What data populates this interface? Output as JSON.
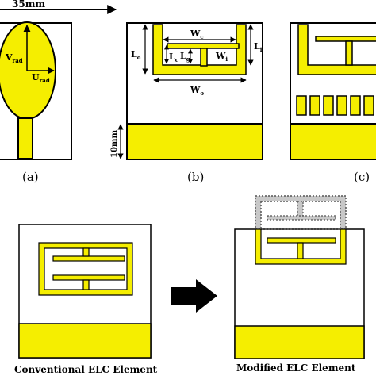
{
  "colors": {
    "copper": "#f5ee00",
    "outline": "#000000",
    "ghost_fill": "#c8c8c8",
    "ghost_outline": "#555555",
    "arrow": "#000000"
  },
  "dimensions": {
    "width_top": "35mm",
    "ground_height": "10mm",
    "v_rad": "V",
    "v_rad_sub": "rad",
    "u_rad": "U",
    "u_rad_sub": "rad",
    "w_c": "W",
    "w_c_sub": "c",
    "l_c": "L",
    "l_c_sub": "c",
    "l_g": "L",
    "l_g_sub": "g",
    "w_i": "W",
    "w_i_sub": "i",
    "l_i": "L",
    "l_i_sub": "i",
    "l_o": "L",
    "l_o_sub": "o",
    "w_o": "W",
    "w_o_sub": "o"
  },
  "captions": {
    "a": "(a)",
    "b": "(b)",
    "c": "(c)",
    "conventional": "Conventional ELC Element",
    "modified": "Modified ELC Element"
  }
}
